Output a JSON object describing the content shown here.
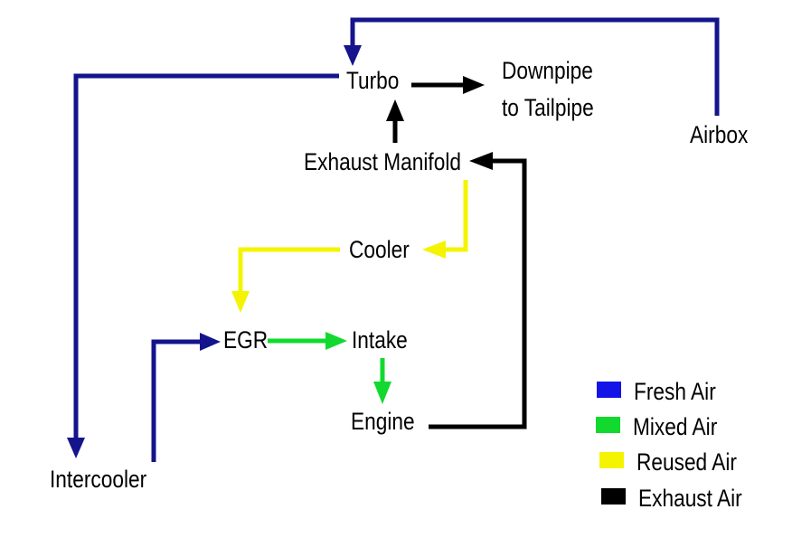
{
  "diagram": {
    "nodes": {
      "turbo": {
        "label": "Turbo"
      },
      "downpipe": {
        "lines": [
          "Downpipe",
          "to Tailpipe"
        ]
      },
      "airbox": {
        "label": "Airbox"
      },
      "exhaust_manifold": {
        "label": "Exhaust Manifold"
      },
      "cooler": {
        "label": "Cooler"
      },
      "egr": {
        "label": "EGR"
      },
      "intake": {
        "label": "Intake"
      },
      "engine": {
        "label": "Engine"
      },
      "intercooler": {
        "label": "Intercooler"
      }
    },
    "edges": [
      {
        "from": "Airbox",
        "to": "Turbo",
        "air": "Fresh Air"
      },
      {
        "from": "Turbo",
        "to": "Intercooler",
        "air": "Fresh Air"
      },
      {
        "from": "Intercooler",
        "to": "EGR",
        "air": "Fresh Air"
      },
      {
        "from": "Turbo",
        "to": "Downpipe to Tailpipe",
        "air": "Exhaust Air"
      },
      {
        "from": "Exhaust Manifold",
        "to": "Turbo",
        "air": "Exhaust Air"
      },
      {
        "from": "Engine",
        "to": "Exhaust Manifold",
        "air": "Exhaust Air"
      },
      {
        "from": "Exhaust Manifold",
        "to": "Cooler",
        "air": "Reused Air"
      },
      {
        "from": "Cooler",
        "to": "EGR",
        "air": "Reused Air"
      },
      {
        "from": "EGR",
        "to": "Intake",
        "air": "Mixed Air"
      },
      {
        "from": "Intake",
        "to": "Engine",
        "air": "Mixed Air"
      }
    ],
    "colors": {
      "fresh_air_line": "#14148C",
      "fresh_air_legend": "#1414E6",
      "mixed_air": "#12D92E",
      "reused_air": "#F4F400",
      "exhaust_air": "#000000",
      "text": "#000000",
      "background": "#FFFFFF"
    },
    "legend": {
      "items": [
        {
          "label": "Fresh Air",
          "color": "#1414E6"
        },
        {
          "label": "Mixed Air",
          "color": "#12D92E"
        },
        {
          "label": "Reused Air",
          "color": "#F4F400"
        },
        {
          "label": "Exhaust Air",
          "color": "#000000"
        }
      ]
    }
  }
}
